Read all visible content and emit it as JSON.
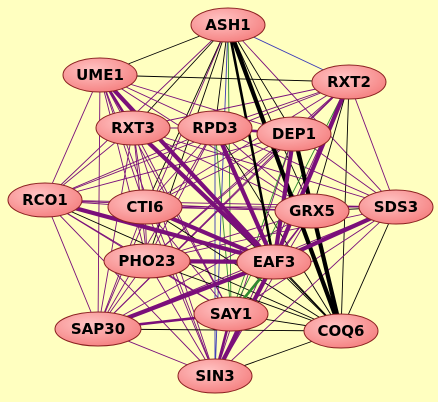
{
  "colors": {
    "background": "#ffffc0",
    "node_fill": "#f58080",
    "node_fill_light": "#ffc4c4",
    "node_stroke": "#8a2020",
    "edge_black": "#000000",
    "edge_purple": "#7a0f7a",
    "edge_green": "#2e8b2e",
    "edge_blue": "#3a3ab8"
  },
  "nodes": [
    {
      "id": "ASH1",
      "label": "ASH1"
    },
    {
      "id": "UME1",
      "label": "UME1"
    },
    {
      "id": "RXT2",
      "label": "RXT2"
    },
    {
      "id": "RXT3",
      "label": "RXT3"
    },
    {
      "id": "RPD3",
      "label": "RPD3"
    },
    {
      "id": "DEP1",
      "label": "DEP1"
    },
    {
      "id": "RCO1",
      "label": "RCO1"
    },
    {
      "id": "CTI6",
      "label": "CTI6"
    },
    {
      "id": "GRX5",
      "label": "GRX5"
    },
    {
      "id": "SDS3",
      "label": "SDS3"
    },
    {
      "id": "PHO23",
      "label": "PHO23"
    },
    {
      "id": "EAF3",
      "label": "EAF3"
    },
    {
      "id": "SAY1",
      "label": "SAY1"
    },
    {
      "id": "SAP30",
      "label": "SAP30"
    },
    {
      "id": "COQ6",
      "label": "COQ6"
    },
    {
      "id": "SIN3",
      "label": "SIN3"
    }
  ],
  "edges": [
    {
      "source": "ASH1",
      "target": "COQ6",
      "color": "black",
      "weight": 3
    },
    {
      "source": "DEP1",
      "target": "COQ6",
      "color": "black",
      "weight": 3
    },
    {
      "source": "RXT3",
      "target": "EAF3",
      "color": "purple",
      "weight": 3
    },
    {
      "source": "UME1",
      "target": "EAF3",
      "color": "purple",
      "weight": 3
    },
    {
      "source": "RCO1",
      "target": "EAF3",
      "color": "purple",
      "weight": 3
    },
    {
      "source": "CTI6",
      "target": "EAF3",
      "color": "purple",
      "weight": 3
    },
    {
      "source": "PHO23",
      "target": "EAF3",
      "color": "purple",
      "weight": 3
    },
    {
      "source": "SAP30",
      "target": "EAF3",
      "color": "purple",
      "weight": 3
    },
    {
      "source": "SIN3",
      "target": "EAF3",
      "color": "purple",
      "weight": 3
    },
    {
      "source": "SDS3",
      "target": "EAF3",
      "color": "purple",
      "weight": 3
    },
    {
      "source": "DEP1",
      "target": "EAF3",
      "color": "purple",
      "weight": 3
    },
    {
      "source": "RXT2",
      "target": "EAF3",
      "color": "purple",
      "weight": 3
    },
    {
      "source": "RPD3",
      "target": "EAF3",
      "color": "purple",
      "weight": 3
    },
    {
      "source": "ASH1",
      "target": "EAF3",
      "color": "black",
      "weight": 2
    },
    {
      "source": "SAY1",
      "target": "EAF3",
      "color": "green",
      "weight": 2
    },
    {
      "source": "GRX5",
      "target": "COQ6",
      "color": "black",
      "weight": 2
    },
    {
      "source": "UME1",
      "target": "RXT3",
      "color": "purple",
      "weight": 2
    },
    {
      "source": "RPD3",
      "target": "DEP1",
      "color": "purple",
      "weight": 2
    },
    {
      "source": "RXT2",
      "target": "SAY1",
      "color": "green",
      "weight": 1.5
    },
    {
      "source": "SAY1",
      "target": "SAP30",
      "color": "purple",
      "weight": 2
    },
    {
      "source": "SAY1",
      "target": "SIN3",
      "color": "purple",
      "weight": 2
    },
    {
      "source": "ASH1",
      "target": "SIN3",
      "color": "blue",
      "weight": 1
    },
    {
      "source": "ASH1",
      "target": "SAY1",
      "color": "green",
      "weight": 1
    },
    {
      "source": "ASH1",
      "target": "UME1",
      "color": "black",
      "weight": 1
    },
    {
      "source": "ASH1",
      "target": "RXT2",
      "color": "blue",
      "weight": 1
    },
    {
      "source": "ASH1",
      "target": "RCO1",
      "color": "purple",
      "weight": 1
    },
    {
      "source": "ASH1",
      "target": "RXT3",
      "color": "black",
      "weight": 1
    },
    {
      "source": "ASH1",
      "target": "RPD3",
      "color": "black",
      "weight": 1
    },
    {
      "source": "ASH1",
      "target": "DEP1",
      "color": "black",
      "weight": 1
    },
    {
      "source": "ASH1",
      "target": "CTI6",
      "color": "black",
      "weight": 1
    },
    {
      "source": "ASH1",
      "target": "PHO23",
      "color": "black",
      "weight": 1
    },
    {
      "source": "ASH1",
      "target": "GRX5",
      "color": "black",
      "weight": 1
    },
    {
      "source": "ASH1",
      "target": "SDS3",
      "color": "purple",
      "weight": 1
    },
    {
      "source": "ASH1",
      "target": "SAP30",
      "color": "purple",
      "weight": 1
    },
    {
      "source": "UME1",
      "target": "RXT2",
      "color": "black",
      "weight": 1
    },
    {
      "source": "UME1",
      "target": "RCO1",
      "color": "purple",
      "weight": 1
    },
    {
      "source": "UME1",
      "target": "RPD3",
      "color": "purple",
      "weight": 1
    },
    {
      "source": "UME1",
      "target": "CTI6",
      "color": "purple",
      "weight": 1
    },
    {
      "source": "UME1",
      "target": "PHO23",
      "color": "purple",
      "weight": 1
    },
    {
      "source": "UME1",
      "target": "SAP30",
      "color": "purple",
      "weight": 1
    },
    {
      "source": "UME1",
      "target": "SIN3",
      "color": "purple",
      "weight": 1
    },
    {
      "source": "UME1",
      "target": "COQ6",
      "color": "black",
      "weight": 1
    },
    {
      "source": "UME1",
      "target": "DEP1",
      "color": "purple",
      "weight": 1
    },
    {
      "source": "UME1",
      "target": "GRX5",
      "color": "purple",
      "weight": 1
    },
    {
      "source": "UME1",
      "target": "SAY1",
      "color": "purple",
      "weight": 1
    },
    {
      "source": "RXT2",
      "target": "RXT3",
      "color": "purple",
      "weight": 1
    },
    {
      "source": "RXT2",
      "target": "RPD3",
      "color": "purple",
      "weight": 1
    },
    {
      "source": "RXT2",
      "target": "DEP1",
      "color": "purple",
      "weight": 1
    },
    {
      "source": "RXT2",
      "target": "GRX5",
      "color": "black",
      "weight": 1
    },
    {
      "source": "RXT2",
      "target": "SDS3",
      "color": "purple",
      "weight": 1
    },
    {
      "source": "RXT2",
      "target": "COQ6",
      "color": "black",
      "weight": 1
    },
    {
      "source": "RXT2",
      "target": "CTI6",
      "color": "purple",
      "weight": 1
    },
    {
      "source": "RXT2",
      "target": "PHO23",
      "color": "purple",
      "weight": 1
    },
    {
      "source": "RXT2",
      "target": "SIN3",
      "color": "purple",
      "weight": 1
    },
    {
      "source": "RXT2",
      "target": "SAP30",
      "color": "purple",
      "weight": 1
    },
    {
      "source": "RXT2",
      "target": "RCO1",
      "color": "purple",
      "weight": 1
    },
    {
      "source": "RXT3",
      "target": "RPD3",
      "color": "purple",
      "weight": 1
    },
    {
      "source": "RXT3",
      "target": "RCO1",
      "color": "purple",
      "weight": 1
    },
    {
      "source": "RXT3",
      "target": "CTI6",
      "color": "purple",
      "weight": 1
    },
    {
      "source": "RXT3",
      "target": "PHO23",
      "color": "purple",
      "weight": 1
    },
    {
      "source": "RXT3",
      "target": "SAP30",
      "color": "purple",
      "weight": 1
    },
    {
      "source": "RXT3",
      "target": "SIN3",
      "color": "purple",
      "weight": 1
    },
    {
      "source": "RXT3",
      "target": "SAY1",
      "color": "purple",
      "weight": 1
    },
    {
      "source": "RXT3",
      "target": "COQ6",
      "color": "black",
      "weight": 1
    },
    {
      "source": "RXT3",
      "target": "GRX5",
      "color": "purple",
      "weight": 1
    },
    {
      "source": "RXT3",
      "target": "SDS3",
      "color": "purple",
      "weight": 1
    },
    {
      "source": "RPD3",
      "target": "RCO1",
      "color": "purple",
      "weight": 1
    },
    {
      "source": "RPD3",
      "target": "CTI6",
      "color": "purple",
      "weight": 1
    },
    {
      "source": "RPD3",
      "target": "GRX5",
      "color": "purple",
      "weight": 1
    },
    {
      "source": "RPD3",
      "target": "SDS3",
      "color": "purple",
      "weight": 1
    },
    {
      "source": "RPD3",
      "target": "PHO23",
      "color": "purple",
      "weight": 1
    },
    {
      "source": "RPD3",
      "target": "SAY1",
      "color": "green",
      "weight": 1
    },
    {
      "source": "RPD3",
      "target": "SAP30",
      "color": "purple",
      "weight": 1
    },
    {
      "source": "RPD3",
      "target": "SIN3",
      "color": "blue",
      "weight": 1
    },
    {
      "source": "RPD3",
      "target": "COQ6",
      "color": "black",
      "weight": 1
    },
    {
      "source": "DEP1",
      "target": "GRX5",
      "color": "black",
      "weight": 1
    },
    {
      "source": "DEP1",
      "target": "SDS3",
      "color": "purple",
      "weight": 1
    },
    {
      "source": "DEP1",
      "target": "CTI6",
      "color": "purple",
      "weight": 1
    },
    {
      "source": "DEP1",
      "target": "RCO1",
      "color": "purple",
      "weight": 1
    },
    {
      "source": "DEP1",
      "target": "PHO23",
      "color": "purple",
      "weight": 1
    },
    {
      "source": "DEP1",
      "target": "SAY1",
      "color": "green",
      "weight": 1
    },
    {
      "source": "DEP1",
      "target": "SAP30",
      "color": "purple",
      "weight": 1
    },
    {
      "source": "DEP1",
      "target": "SIN3",
      "color": "purple",
      "weight": 1
    },
    {
      "source": "RCO1",
      "target": "CTI6",
      "color": "purple",
      "weight": 1
    },
    {
      "source": "RCO1",
      "target": "PHO23",
      "color": "purple",
      "weight": 1
    },
    {
      "source": "RCO1",
      "target": "SAP30",
      "color": "purple",
      "weight": 1
    },
    {
      "source": "RCO1",
      "target": "SIN3",
      "color": "purple",
      "weight": 1
    },
    {
      "source": "RCO1",
      "target": "GRX5",
      "color": "purple",
      "weight": 1
    },
    {
      "source": "RCO1",
      "target": "SDS3",
      "color": "purple",
      "weight": 1
    },
    {
      "source": "RCO1",
      "target": "SAY1",
      "color": "purple",
      "weight": 1
    },
    {
      "source": "RCO1",
      "target": "COQ6",
      "color": "black",
      "weight": 1
    },
    {
      "source": "CTI6",
      "target": "PHO23",
      "color": "purple",
      "weight": 1
    },
    {
      "source": "CTI6",
      "target": "GRX5",
      "color": "purple",
      "weight": 1
    },
    {
      "source": "CTI6",
      "target": "SDS3",
      "color": "purple",
      "weight": 1
    },
    {
      "source": "CTI6",
      "target": "SAY1",
      "color": "purple",
      "weight": 1
    },
    {
      "source": "CTI6",
      "target": "SAP30",
      "color": "purple",
      "weight": 1
    },
    {
      "source": "CTI6",
      "target": "SIN3",
      "color": "purple",
      "weight": 1
    },
    {
      "source": "CTI6",
      "target": "COQ6",
      "color": "black",
      "weight": 1
    },
    {
      "source": "GRX5",
      "target": "SDS3",
      "color": "black",
      "weight": 1
    },
    {
      "source": "GRX5",
      "target": "EAF3",
      "color": "purple",
      "weight": 1
    },
    {
      "source": "GRX5",
      "target": "SAY1",
      "color": "purple",
      "weight": 1
    },
    {
      "source": "GRX5",
      "target": "SIN3",
      "color": "purple",
      "weight": 1
    },
    {
      "source": "GRX5",
      "target": "PHO23",
      "color": "purple",
      "weight": 1
    },
    {
      "source": "GRX5",
      "target": "SAP30",
      "color": "purple",
      "weight": 1
    },
    {
      "source": "SDS3",
      "target": "COQ6",
      "color": "black",
      "weight": 1
    },
    {
      "source": "SDS3",
      "target": "SAY1",
      "color": "purple",
      "weight": 1
    },
    {
      "source": "SDS3",
      "target": "SIN3",
      "color": "purple",
      "weight": 1
    },
    {
      "source": "SDS3",
      "target": "SAP30",
      "color": "purple",
      "weight": 1
    },
    {
      "source": "SDS3",
      "target": "PHO23",
      "color": "purple",
      "weight": 1
    },
    {
      "source": "PHO23",
      "target": "SAY1",
      "color": "purple",
      "weight": 1
    },
    {
      "source": "PHO23",
      "target": "SAP30",
      "color": "purple",
      "weight": 1
    },
    {
      "source": "PHO23",
      "target": "SIN3",
      "color": "purple",
      "weight": 1
    },
    {
      "source": "PHO23",
      "target": "COQ6",
      "color": "black",
      "weight": 1
    },
    {
      "source": "EAF3",
      "target": "COQ6",
      "color": "black",
      "weight": 1
    },
    {
      "source": "EAF3",
      "target": "SAP30",
      "color": "purple",
      "weight": 1
    },
    {
      "source": "SAY1",
      "target": "COQ6",
      "color": "black",
      "weight": 1
    },
    {
      "source": "SAP30",
      "target": "SIN3",
      "color": "purple",
      "weight": 1
    },
    {
      "source": "SAP30",
      "target": "COQ6",
      "color": "black",
      "weight": 1
    },
    {
      "source": "COQ6",
      "target": "SIN3",
      "color": "black",
      "weight": 1
    }
  ]
}
